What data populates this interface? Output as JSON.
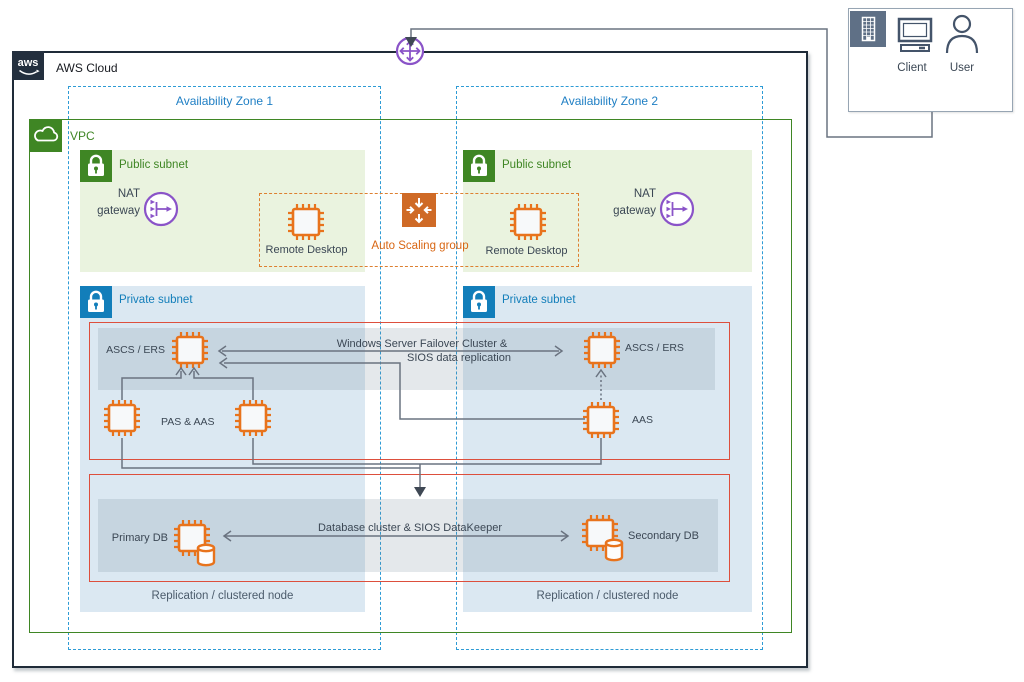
{
  "external": {
    "client": "Client",
    "user": "User"
  },
  "aws_cloud_label": "AWS Cloud",
  "aws_logo_text": "aws",
  "availability_zones": [
    "Availability Zone 1",
    "Availability Zone 2"
  ],
  "vpc_label": "VPC",
  "public_subnet_left": {
    "title": "Public subnet",
    "nat_line1": "NAT",
    "nat_line2": "gateway",
    "instance": "Remote Desktop"
  },
  "public_subnet_right": {
    "title": "Public subnet",
    "nat_line1": "NAT",
    "nat_line2": "gateway",
    "instance": "Remote Desktop"
  },
  "auto_scaling_label": "Auto Scaling group",
  "private_subnet_left": {
    "title": "Private subnet",
    "ascs": "ASCS / ERS",
    "pas": "PAS & AAS",
    "db": "Primary DB",
    "repl": "Replication / clustered node"
  },
  "private_subnet_right": {
    "title": "Private subnet",
    "ascs": "ASCS / ERS",
    "aas": "AAS",
    "db": "Secondary DB",
    "repl": "Replication / clustered node"
  },
  "connections": {
    "failover_line1": "Windows Server Failover Cluster &",
    "failover_line2": "SIOS data replication",
    "db_line": "Database cluster & SIOS DataKeeper"
  },
  "colors": {
    "aws_dark": "#232f3e",
    "az_blue": "#2e9bd5",
    "vpc_green": "#3f8624",
    "public_subnet_bg": "#eaf3df",
    "private_subnet_bg": "#dbe8f2",
    "private_blue": "#127eba",
    "ec2_orange": "#e8731c",
    "autoscaling_orange": "#d86613",
    "cluster_red": "#dd4f3d",
    "gateway_purple": "#8a53c8",
    "line_gray": "#6a7380",
    "slate_icon": "#44546a"
  }
}
